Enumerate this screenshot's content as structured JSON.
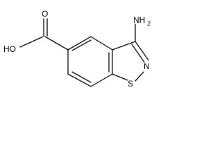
{
  "molecule": {
    "labels": {
      "hydroxyl": "HO",
      "carbonyl_oxygen": "O",
      "amino": "NH",
      "amino_subscript": "2",
      "ring_nitrogen": "N",
      "ring_sulfur": "S"
    }
  }
}
